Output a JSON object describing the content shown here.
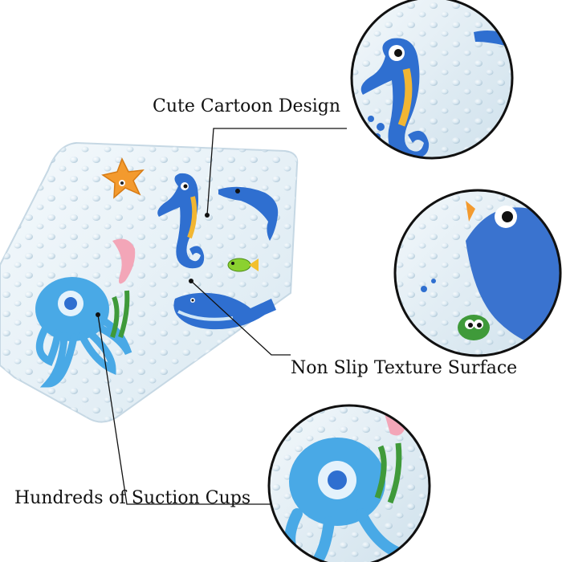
{
  "callouts": {
    "cute_design": "Cute Cartoon Design",
    "non_slip": "Non Slip Texture Surface",
    "suction_cups": "Hundreds of Suction Cups"
  },
  "palette": {
    "mat_clear": "#e9f3f8",
    "seahorse_blue": "#2f6fd0",
    "seahorse_yellow": "#f2b632",
    "octopus_blue": "#49a9e6",
    "starfish_orange": "#f39a2e",
    "seaweed_green": "#3f9a3a",
    "leader_line": "#111111"
  }
}
